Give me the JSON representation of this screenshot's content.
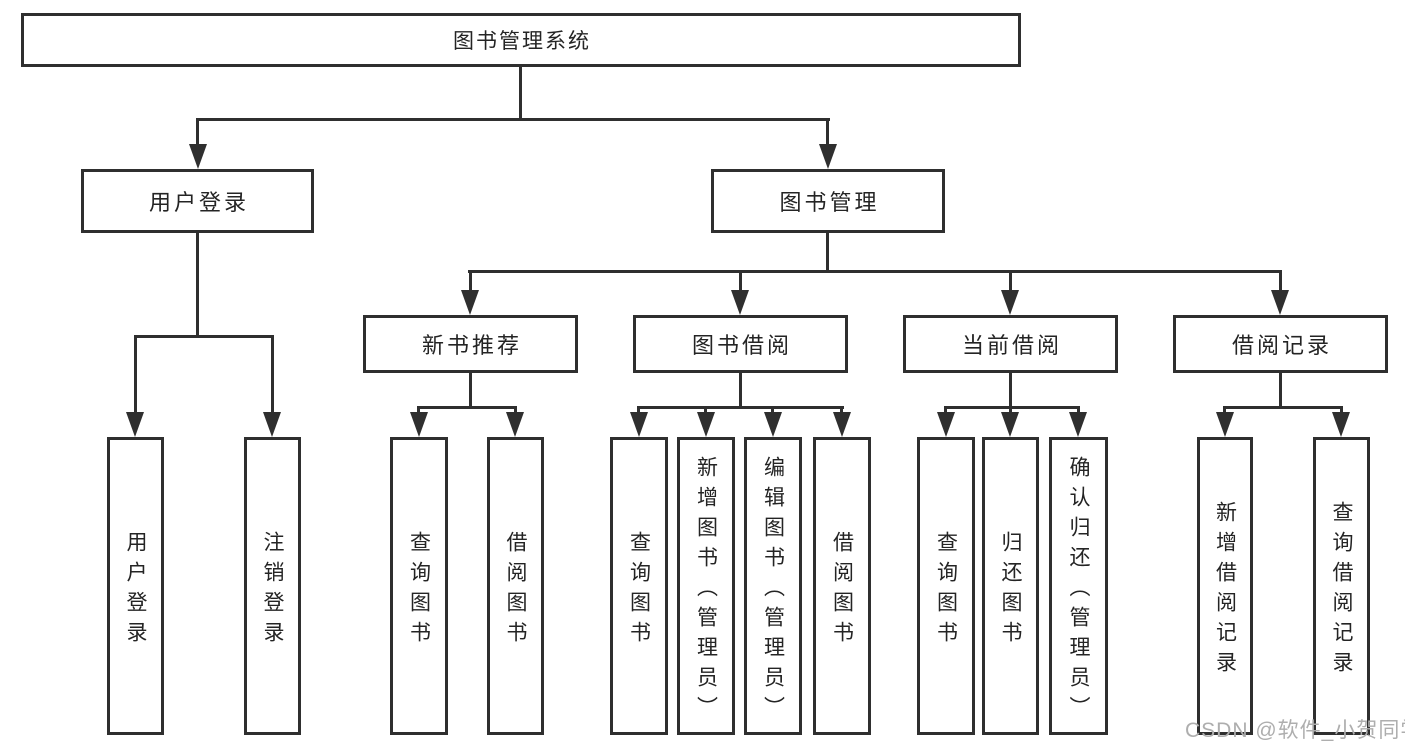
{
  "root": {
    "label": "图书管理系统"
  },
  "user_login": {
    "label": "用户登录",
    "children": [
      {
        "label": "用户登录"
      },
      {
        "label": "注销登录"
      }
    ]
  },
  "book_mgmt": {
    "label": "图书管理",
    "sections": [
      {
        "label": "新书推荐",
        "children": [
          {
            "label": "查询图书"
          },
          {
            "label": "借阅图书"
          }
        ]
      },
      {
        "label": "图书借阅",
        "children": [
          {
            "label": "查询图书"
          },
          {
            "label": "新增图书（管理员）"
          },
          {
            "label": "编辑图书（管理员）"
          },
          {
            "label": "借阅图书"
          }
        ]
      },
      {
        "label": "当前借阅",
        "children": [
          {
            "label": "查询图书"
          },
          {
            "label": "归还图书"
          },
          {
            "label": "确认归还（管理员）"
          }
        ]
      },
      {
        "label": "借阅记录",
        "children": [
          {
            "label": "新增借阅记录"
          },
          {
            "label": "查询借阅记录"
          }
        ]
      }
    ]
  },
  "watermark": {
    "text": "CSDN @软件_小贺同学"
  },
  "colors": {
    "line": "#2f2f2f",
    "text": "#242424",
    "background": "#ffffff",
    "watermark": "#aeaeae"
  }
}
